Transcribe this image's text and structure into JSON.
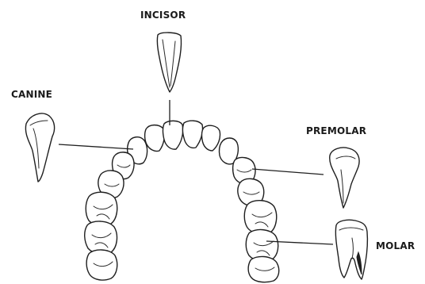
{
  "labels": {
    "incisor": "INCISOR",
    "canine": "CANINE",
    "premolar": "PREMOLAR",
    "molar": "MOLAR"
  },
  "colors": {
    "ink": "#1f1f1f",
    "background": "#ffffff"
  }
}
